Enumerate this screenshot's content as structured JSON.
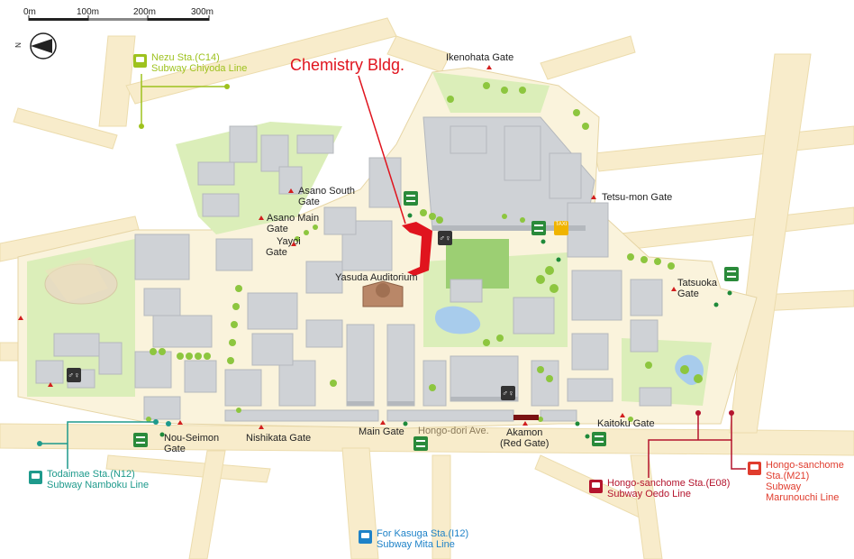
{
  "scale_bar": {
    "ticks": [
      "0m",
      "100m",
      "200m",
      "300m"
    ]
  },
  "north": {
    "label": "N",
    "icon": "north-arrow-icon"
  },
  "highlight": {
    "label": "Chemistry Bldg.",
    "color": "#e0141e"
  },
  "gates": {
    "ikenohata": "Ikenohata Gate",
    "asano_south_1": "Asano South",
    "asano_south_2": "Gate",
    "asano_main_1": "Asano Main",
    "asano_main_2": "Gate",
    "yayoi_1": "Yayoi",
    "yayoi_2": "Gate",
    "tetsumon": "Tetsu-mon Gate",
    "tatsuoka_1": "Tatsuoka",
    "tatsuoka_2": "Gate",
    "kaitoku": "Kaitoku Gate",
    "akamon_1": "Akamon",
    "akamon_2": "(Red Gate)",
    "main": "Main Gate",
    "nishikata": "Nishikata Gate",
    "nou_seimon_1": "Nou-Seimon",
    "nou_seimon_2": "Gate"
  },
  "places": {
    "yasuda": "Yasuda Auditorium",
    "hongo_dori": "Hongo-dori Ave."
  },
  "stations": {
    "nezu": {
      "name": "Nezu Sta.(C14)",
      "line": "Subway Chiyoda Line",
      "color": "#9ec21e"
    },
    "todaimae": {
      "name": "Todaimae Sta.(N12)",
      "line": "Subway Namboku Line",
      "color": "#1e9a8c"
    },
    "kasuga": {
      "name": "For Kasuga Sta.(I12)",
      "line": "Subway Mita Line",
      "color": "#1e82c8"
    },
    "hongo_oedo": {
      "name": "Hongo-sanchome Sta.(E08)",
      "line": "Subway Oedo Line",
      "color": "#b4142d"
    },
    "hongo_marunouchi": {
      "name_1": "Hongo-sanchome",
      "name_2": "Sta.(M21)",
      "line_1": "Subway",
      "line_2": "Marunouchi Line",
      "color": "#e03c2d"
    }
  },
  "icons": {
    "bus": "bus-stop-icon",
    "toilet": "restroom-icon",
    "taxi": "taxi-icon"
  },
  "colors": {
    "road": "#f8eccb",
    "road_edge": "#e8d8a8",
    "campus": "#faf3dc",
    "green": "#dbeeb9",
    "building": "#cfd2d6",
    "building_dark": "#b4b8bd",
    "pond": "#a8ccec",
    "tree": "#8dc63f"
  }
}
